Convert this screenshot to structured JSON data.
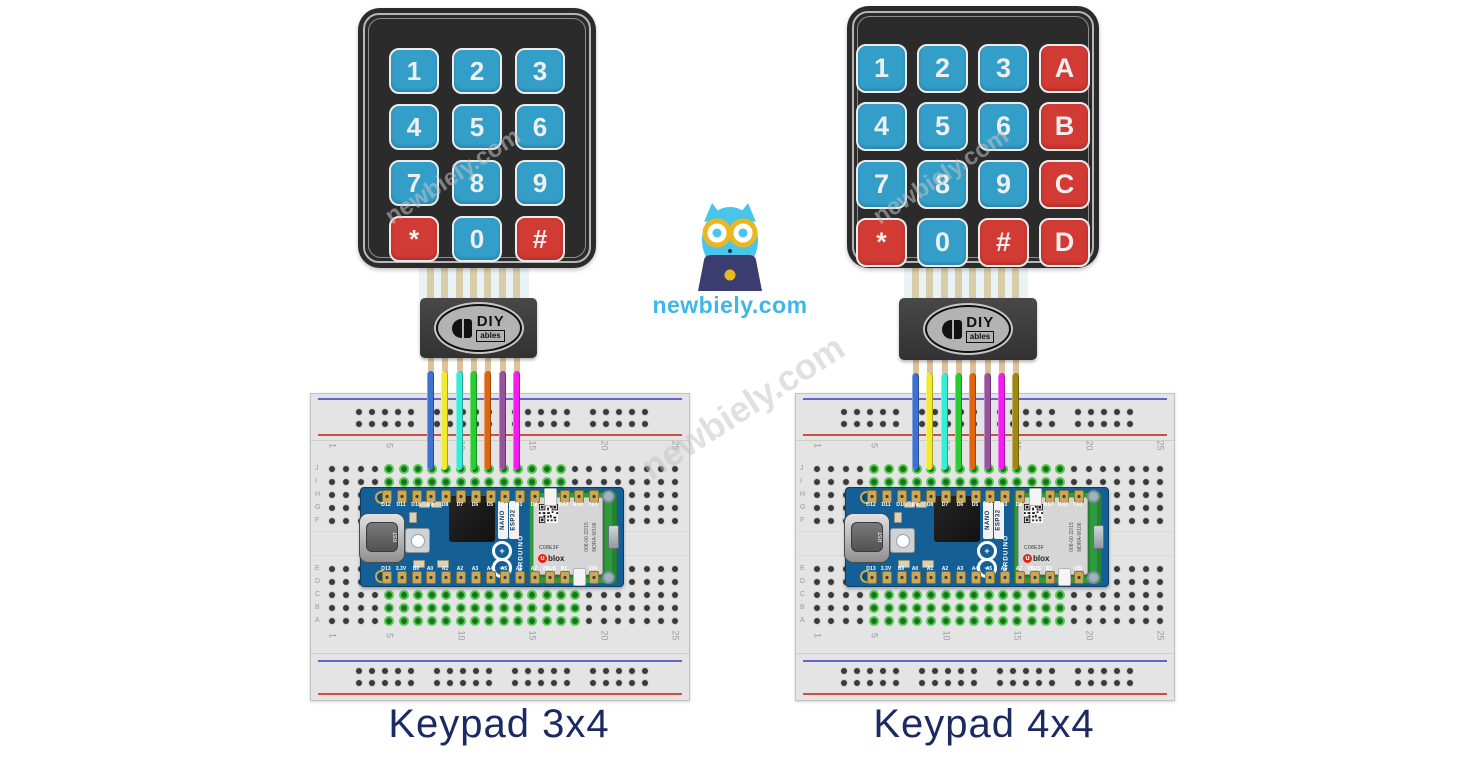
{
  "site": {
    "watermark": "newbiely.com",
    "logo_text": "newbiely.com"
  },
  "colors": {
    "key_blue": "#339FC9",
    "key_red": "#D23A34",
    "keypad_body": "#2B2B2B",
    "caption_navy": "#1B2A63",
    "logo_cyan": "#3EB7E6",
    "board_blue": "#135F96",
    "breadboard_gray": "#E4E4E4",
    "rail_blue": "#6365CC",
    "rail_red": "#CC5143",
    "hole_green_ring": "#4ECD4E",
    "module_green": "#2F9A3F",
    "ublox_red": "#E32213",
    "pin_tan": "#DCC29A"
  },
  "diagrams": [
    {
      "caption": "Keypad 3x4",
      "keypad": {
        "columns": 3,
        "keys": [
          {
            "label": "1",
            "color": "blue"
          },
          {
            "label": "2",
            "color": "blue"
          },
          {
            "label": "3",
            "color": "blue"
          },
          {
            "label": "4",
            "color": "blue"
          },
          {
            "label": "5",
            "color": "blue"
          },
          {
            "label": "6",
            "color": "blue"
          },
          {
            "label": "7",
            "color": "blue"
          },
          {
            "label": "8",
            "color": "blue"
          },
          {
            "label": "9",
            "color": "blue"
          },
          {
            "label": "*",
            "color": "red"
          },
          {
            "label": "0",
            "color": "blue"
          },
          {
            "label": "#",
            "color": "red"
          }
        ]
      },
      "connector": {
        "brand_main": "DIY",
        "brand_sub": "ables",
        "pin_count": 7
      },
      "wire_colors": [
        "#3D72D0",
        "#F2EA2E",
        "#38EDD8",
        "#27CE30",
        "#DE660E",
        "#97519D",
        "#F31DF3"
      ],
      "arduino": {
        "top_pins": [
          "D12",
          "D11",
          "D10",
          "D9",
          "D8",
          "D7",
          "D6",
          "D5",
          "D4",
          "D3",
          "D2",
          "",
          "RST",
          "RX0",
          "TX1"
        ],
        "bottom_pins": [
          "D13",
          "3.3V",
          "B0",
          "A0",
          "A1",
          "A2",
          "A3",
          "A4",
          "A5",
          "A6",
          "A7",
          "VBUS",
          "B1",
          "",
          "VIN"
        ],
        "brand": "ARDUINO",
        "model_top": "NANO",
        "model_bottom": "ESP32",
        "reset_label": "RST",
        "module_code": "C08E3F",
        "module_side1": "008-00 22/15",
        "module_side2": "NORA-W106",
        "module_brand_u": "u",
        "module_brand": "blox"
      },
      "breadboard": {
        "col_count": 25,
        "col_labels": [
          {
            "text": "1",
            "col": 1
          },
          {
            "text": "5",
            "col": 5
          },
          {
            "text": "10",
            "col": 10
          },
          {
            "text": "15",
            "col": 15
          },
          {
            "text": "20",
            "col": 20
          },
          {
            "text": "25",
            "col": 25
          }
        ],
        "letters_top": [
          "J",
          "I",
          "H",
          "G",
          "F"
        ],
        "letters_bottom": [
          "E",
          "D",
          "C",
          "B",
          "A"
        ],
        "green_top_rows": [
          0,
          1
        ],
        "green_top_cols": [
          5,
          17
        ],
        "green_bottom_rows": [
          2,
          3,
          4
        ],
        "green_bottom_cols": [
          5,
          18
        ],
        "wire_cols_start": 8
      }
    },
    {
      "caption": "Keypad 4x4",
      "keypad": {
        "columns": 4,
        "keys": [
          {
            "label": "1",
            "color": "blue"
          },
          {
            "label": "2",
            "color": "blue"
          },
          {
            "label": "3",
            "color": "blue"
          },
          {
            "label": "A",
            "color": "red"
          },
          {
            "label": "4",
            "color": "blue"
          },
          {
            "label": "5",
            "color": "blue"
          },
          {
            "label": "6",
            "color": "blue"
          },
          {
            "label": "B",
            "color": "red"
          },
          {
            "label": "7",
            "color": "blue"
          },
          {
            "label": "8",
            "color": "blue"
          },
          {
            "label": "9",
            "color": "blue"
          },
          {
            "label": "C",
            "color": "red"
          },
          {
            "label": "*",
            "color": "red"
          },
          {
            "label": "0",
            "color": "blue"
          },
          {
            "label": "#",
            "color": "red"
          },
          {
            "label": "D",
            "color": "red"
          }
        ]
      },
      "connector": {
        "brand_main": "DIY",
        "brand_sub": "ables",
        "pin_count": 8
      },
      "wire_colors": [
        "#3D72D0",
        "#F2EA2E",
        "#38EDD8",
        "#27CE30",
        "#DE660E",
        "#97519D",
        "#F31DF3",
        "#9F8912"
      ],
      "arduino": {
        "top_pins": [
          "D12",
          "D11",
          "D10",
          "D9",
          "D8",
          "D7",
          "D6",
          "D5",
          "D4",
          "D3",
          "D2",
          "",
          "RST",
          "RX0",
          "TX1"
        ],
        "bottom_pins": [
          "D13",
          "3.3V",
          "B0",
          "A0",
          "A1",
          "A2",
          "A3",
          "A4",
          "A5",
          "A6",
          "A7",
          "VBUS",
          "B1",
          "",
          "VIN"
        ],
        "brand": "ARDUINO",
        "model_top": "NANO",
        "model_bottom": "ESP32",
        "reset_label": "RST",
        "module_code": "C08E3F",
        "module_side1": "008-00 22/15",
        "module_side2": "NORA-W106",
        "module_brand_u": "u",
        "module_brand": "blox"
      },
      "breadboard": {
        "col_count": 25,
        "col_labels": [
          {
            "text": "1",
            "col": 1
          },
          {
            "text": "5",
            "col": 5
          },
          {
            "text": "10",
            "col": 10
          },
          {
            "text": "15",
            "col": 15
          },
          {
            "text": "20",
            "col": 20
          },
          {
            "text": "25",
            "col": 25
          }
        ],
        "letters_top": [
          "J",
          "I",
          "H",
          "G",
          "F"
        ],
        "letters_bottom": [
          "E",
          "D",
          "C",
          "B",
          "A"
        ],
        "green_top_rows": [
          0,
          1
        ],
        "green_top_cols": [
          5,
          18
        ],
        "green_bottom_rows": [
          2,
          3,
          4
        ],
        "green_bottom_cols": [
          5,
          18
        ],
        "wire_cols_start": 8
      }
    }
  ]
}
